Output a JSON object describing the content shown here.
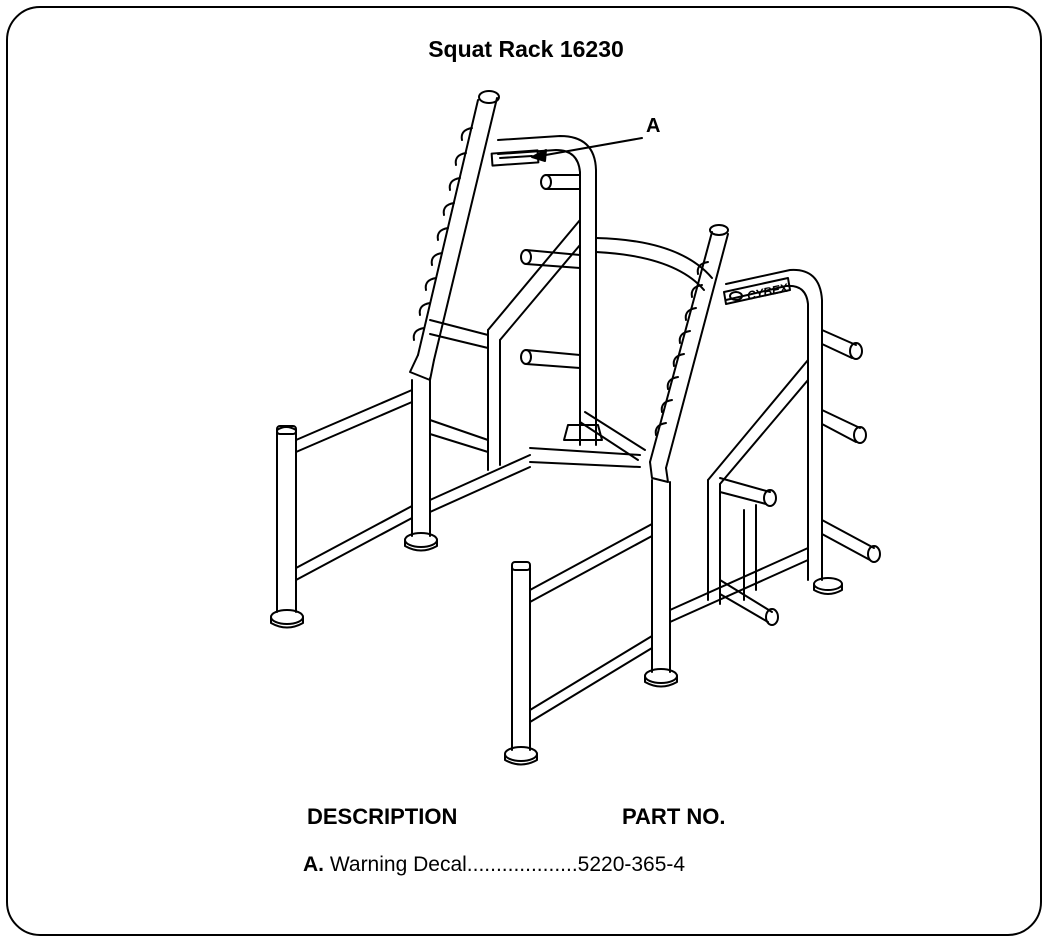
{
  "title": "Squat Rack 16230",
  "callout_label": "A",
  "decal_brand": "CYBEX",
  "table": {
    "headers": {
      "description": "DESCRIPTION",
      "part_no": "PART NO."
    },
    "rows": [
      {
        "letter": "A.",
        "description": "Warning Decal",
        "leader": "...................",
        "part_no": "5220-365-4"
      }
    ]
  }
}
